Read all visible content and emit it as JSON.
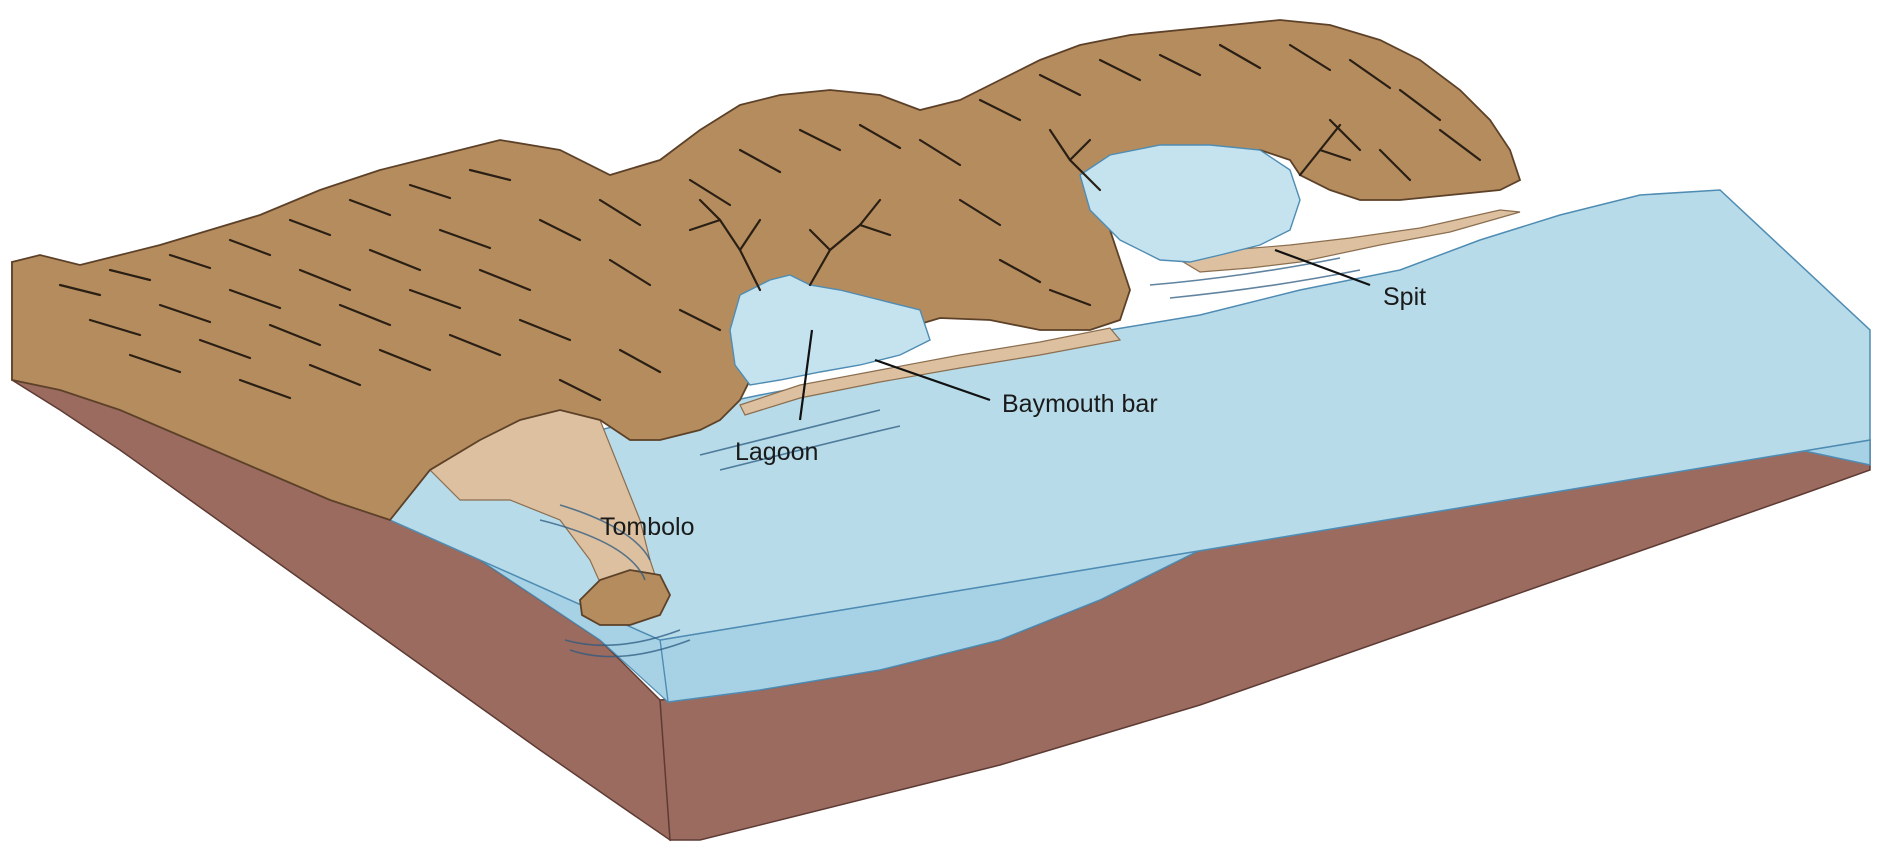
{
  "labels": {
    "lagoon": "Lagoon",
    "baymouth_bar": "Baymouth bar",
    "spit": "Spit",
    "tombolo": "Tombolo"
  },
  "colors": {
    "land": "#b58c5e",
    "sand": "#dcc0a0",
    "water_surface": "#b7dbe9",
    "water_side": "#a7d1e4",
    "lagoon": "#c5e3ef",
    "bedrock": "#9b6b60",
    "ink": "#1a1a1a"
  }
}
